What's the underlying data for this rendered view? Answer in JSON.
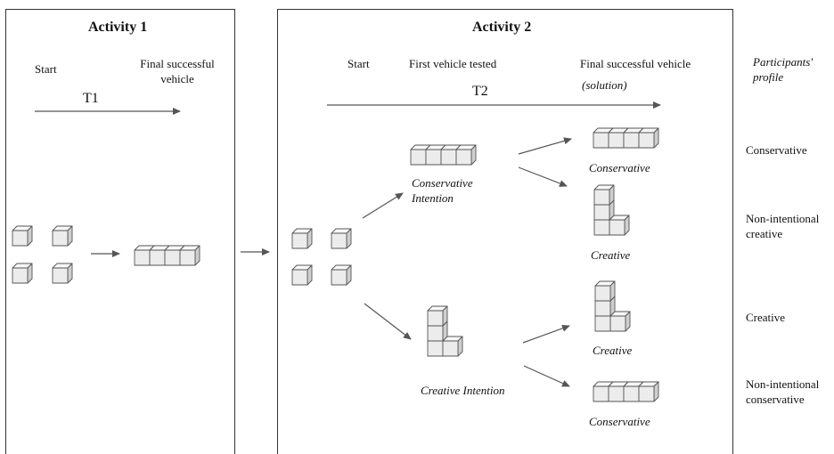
{
  "activity1": {
    "title": "Activity 1",
    "start_label": "Start",
    "final_label_line1": "Final successful",
    "final_label_line2": "vehicle",
    "time_label": "T1"
  },
  "activity2": {
    "title": "Activity 2",
    "start_label": "Start",
    "first_vehicle_label": "First vehicle tested",
    "final_label": "Final successful vehicle",
    "solution_label": "(solution)",
    "time_label": "T2",
    "conservative_intention_line1": "Conservative",
    "conservative_intention_line2": "Intention",
    "creative_intention": "Creative Intention",
    "outcome_conservative_top": "Conservative",
    "outcome_creative_upper": "Creative",
    "outcome_creative_lower": "Creative",
    "outcome_conservative_bottom": "Conservative"
  },
  "profile": {
    "header_line1": "Participants'",
    "header_line2": "profile",
    "items": [
      [
        "Conservative"
      ],
      [
        "Non-intentional",
        "creative"
      ],
      [
        "Creative"
      ],
      [
        "Non-intentional",
        "conservative"
      ]
    ]
  },
  "colors": {
    "cube_front": "#ececec",
    "cube_top": "#f8f8f8",
    "cube_side": "#cfcfcf",
    "stroke": "#555555",
    "border": "#333333"
  }
}
